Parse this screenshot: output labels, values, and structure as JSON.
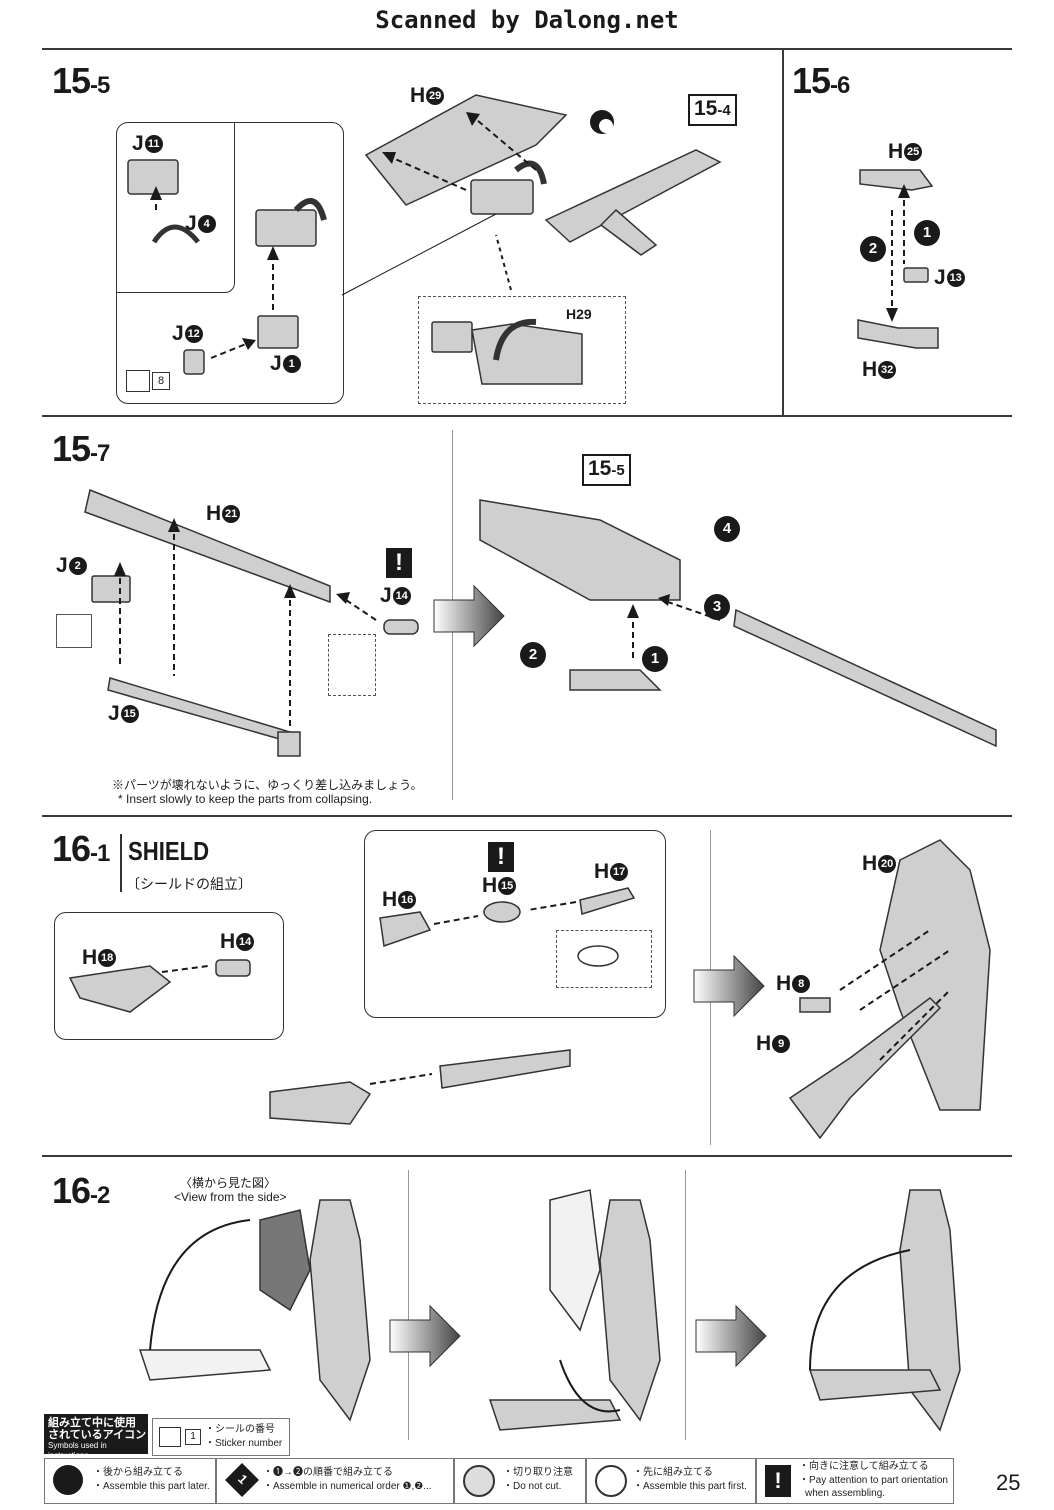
{
  "header": {
    "scan_credit": "Scanned by Dalong.net"
  },
  "steps": {
    "s15_5": {
      "num": "15",
      "sub": "-5",
      "ref": "15",
      "ref_sub": "-4"
    },
    "s15_6": {
      "num": "15",
      "sub": "-6"
    },
    "s15_7": {
      "num": "15",
      "sub": "-7",
      "ref": "15",
      "ref_sub": "-5"
    },
    "s16_1": {
      "num": "16",
      "sub": "-1",
      "title": "SHIELD",
      "title_jp": "〔シールドの組立〕"
    },
    "s16_2": {
      "num": "16",
      "sub": "-2",
      "view_jp": "〈横から見た図〉",
      "view_en": "<View from the side>"
    }
  },
  "parts": {
    "h29": "H",
    "h29_n": "29",
    "j11": "J",
    "j11_n": "11",
    "j4": "J",
    "j4_n": "4",
    "j12": "J",
    "j12_n": "12",
    "j1": "J",
    "j1_n": "1",
    "sticker8": "8",
    "h25": "H",
    "h25_n": "25",
    "j13": "J",
    "j13_n": "13",
    "h32": "H",
    "h32_n": "32",
    "h21": "H",
    "h21_n": "21",
    "j2": "J",
    "j2_n": "2",
    "j14": "J",
    "j14_n": "14",
    "j15": "J",
    "j15_n": "15",
    "h18": "H",
    "h18_n": "18",
    "h14": "H",
    "h14_n": "14",
    "h16": "H",
    "h16_n": "16",
    "h15": "H",
    "h15_n": "15",
    "h17": "H",
    "h17_n": "17",
    "h20": "H",
    "h20_n": "20",
    "h8": "H",
    "h8_n": "8",
    "h9": "H",
    "h9_n": "9"
  },
  "order_badges": {
    "b1": "1",
    "b2": "2",
    "b3": "3",
    "b4": "4"
  },
  "notes": {
    "insert_jp": "※パーツが壊れないように、ゆっくり差し込みましょう。",
    "insert_en": "* Insert slowly to keep the parts from collapsing."
  },
  "legend": {
    "title_jp_1": "組み立て中に使用",
    "title_jp_2": "されているアイコン",
    "title_en": "Symbols used in instructions",
    "sticker_num": "1",
    "sticker_jp": "・シールの番号",
    "sticker_en": "・Sticker number",
    "later_jp": "・後から組み立てる",
    "later_en": "・Assemble this part later.",
    "order_icon": "1",
    "order_jp": "・❶→❷の順番で組み立てる",
    "order_en": "・Assemble in numerical order ❶,❷...",
    "cut_jp": "・切り取り注意",
    "cut_en": "・Do not cut.",
    "first_jp": "・先に組み立てる",
    "first_en": "・Assemble this part first.",
    "orient_jp": "・向きに注意して組み立てる",
    "orient_en_1": "・Pay attention to part orientation",
    "orient_en_2": "when assembling.",
    "excl": "!"
  },
  "page_number": "25"
}
